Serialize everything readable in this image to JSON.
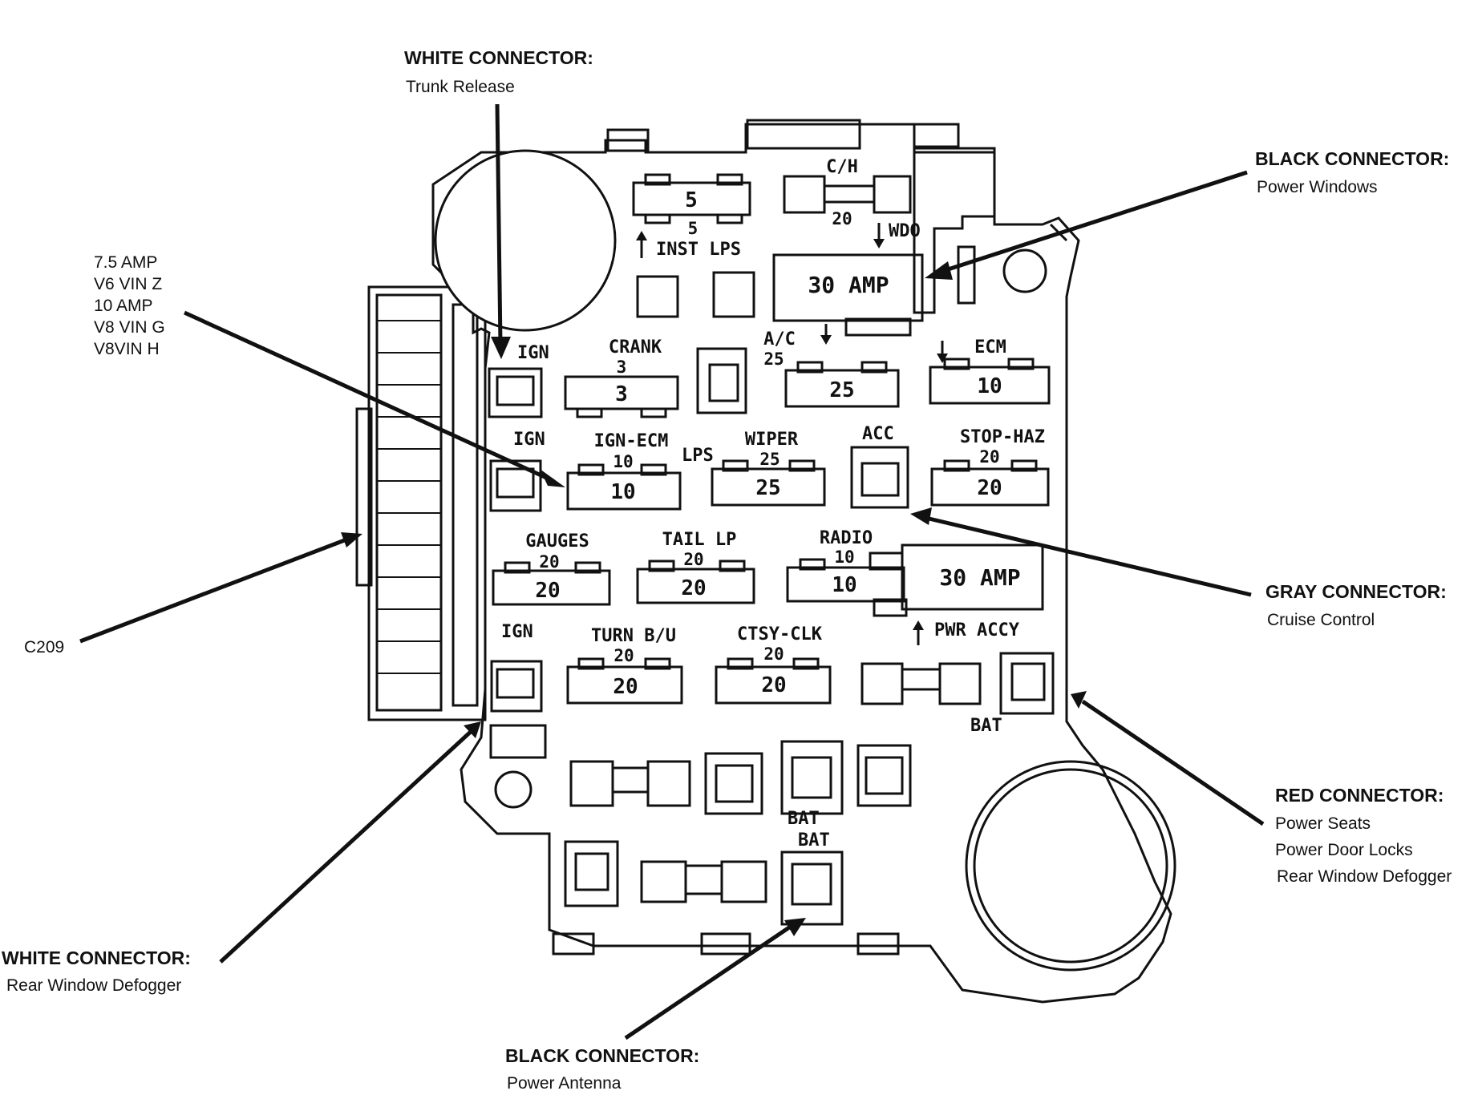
{
  "callouts": {
    "white_top": {
      "title": "WHITE CONNECTOR:",
      "lines": [
        "Trunk Release"
      ]
    },
    "black_top": {
      "title": "BLACK CONNECTOR:",
      "lines": [
        "Power Windows"
      ]
    },
    "amp_list": {
      "lines": [
        "7.5 AMP",
        "V6 VIN Z",
        "10 AMP",
        "V8 VIN G",
        "V8VIN H"
      ]
    },
    "c209": {
      "title": "C209"
    },
    "gray": {
      "title": "GRAY CONNECTOR:",
      "lines": [
        "Cruise Control"
      ]
    },
    "red": {
      "title": "RED CONNECTOR:",
      "lines": [
        "Power Seats",
        "Power Door Locks",
        "Rear Window Defogger"
      ]
    },
    "white_bottom": {
      "title": "WHITE CONNECTOR:",
      "lines": [
        "Rear Window Defogger"
      ]
    },
    "black_bottom": {
      "title": "BLACK CONNECTOR:",
      "lines": [
        "Power Antenna"
      ]
    }
  },
  "fuses": {
    "inst_lps": {
      "label": "INST LPS",
      "value": "5",
      "rating": "5"
    },
    "ch": {
      "label": "C/H",
      "rating": "20"
    },
    "wdo": {
      "label": "WDO",
      "value": "30 AMP"
    },
    "ign1": {
      "label": "IGN"
    },
    "crank": {
      "label": "CRANK",
      "rating": "3",
      "value": "3"
    },
    "ac": {
      "label": "A/C",
      "rating": "25",
      "value": "25"
    },
    "ecm": {
      "label": "ECM",
      "value": "10"
    },
    "ign2": {
      "label": "IGN"
    },
    "ign_ecm": {
      "label": "IGN-ECM",
      "rating": "10",
      "value": "10"
    },
    "lps": {
      "label": "LPS"
    },
    "wiper": {
      "label": "WIPER",
      "rating": "25",
      "value": "25"
    },
    "acc": {
      "label": "ACC"
    },
    "stop_haz": {
      "label": "STOP-HAZ",
      "rating": "20",
      "value": "20"
    },
    "gauges": {
      "label": "GAUGES",
      "rating": "20",
      "value": "20"
    },
    "tail_lp": {
      "label": "TAIL LP",
      "rating": "20",
      "value": "20"
    },
    "radio": {
      "label": "RADIO",
      "rating": "10",
      "value": "10"
    },
    "pwr_accy": {
      "label": "PWR ACCY",
      "value": "30 AMP"
    },
    "ign3": {
      "label": "IGN"
    },
    "turn_bu": {
      "label": "TURN B/U",
      "rating": "20",
      "value": "20"
    },
    "ctsy_clk": {
      "label": "CTSY-CLK",
      "rating": "20",
      "value": "20"
    },
    "bat1": {
      "label": "BAT"
    },
    "bat2": {
      "label": "BAT"
    },
    "bat3": {
      "label": "BAT"
    }
  }
}
